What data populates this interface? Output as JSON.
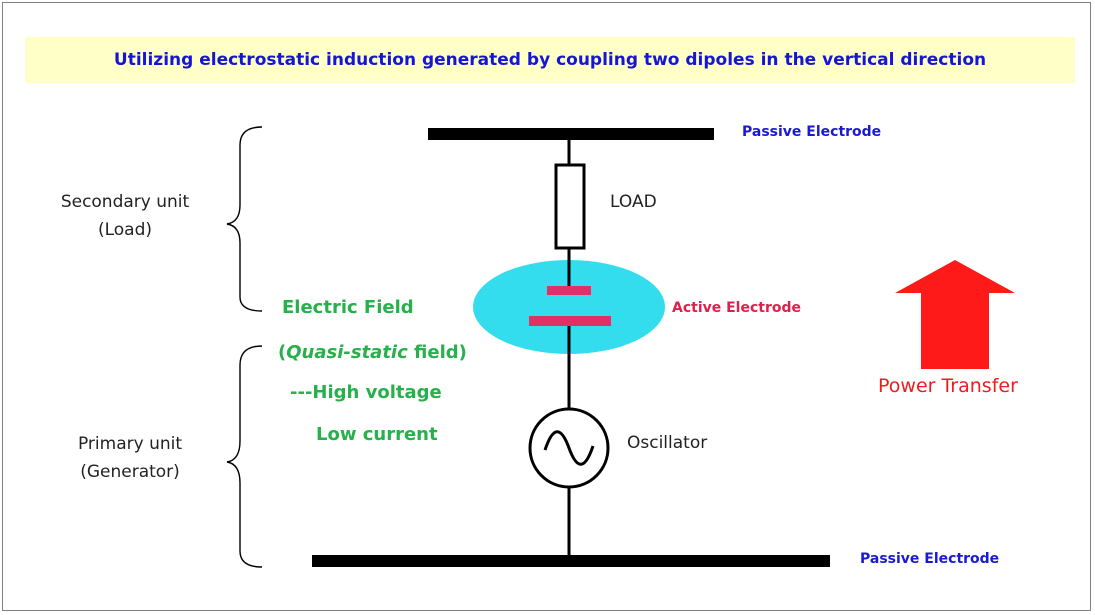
{
  "title": "Utilizing electrostatic induction generated by coupling two dipoles in the vertical direction",
  "labels": {
    "passive_top": "Passive Electrode",
    "passive_bottom": "Passive Electrode",
    "load": "LOAD",
    "active": "Active Electrode",
    "oscillator": "Oscillator",
    "power_transfer": "Power Transfer"
  },
  "secondary_unit": {
    "line1": "Secondary unit",
    "line2": "(Load)"
  },
  "primary_unit": {
    "line1": "Primary unit",
    "line2": "(Generator)"
  },
  "field_notes": {
    "electric_field": "Electric Field",
    "quasi_open": "(",
    "quasi_italic": "Quasi-static",
    "quasi_rest": " field)",
    "high_voltage": "---High voltage",
    "low_current": "Low current"
  },
  "colors": {
    "title_text": "#1515d6",
    "title_background": "#ffffc8",
    "field_ellipse": "#33ddee",
    "electrode_plates": "#e0306a",
    "field_text": "#27b04b",
    "arrow": "#ff1a1a",
    "passive_text": "#1a1ad0"
  },
  "icons": {
    "arrow": "up-arrow-icon",
    "oscillator": "ac-source-icon",
    "load": "resistor-icon"
  }
}
